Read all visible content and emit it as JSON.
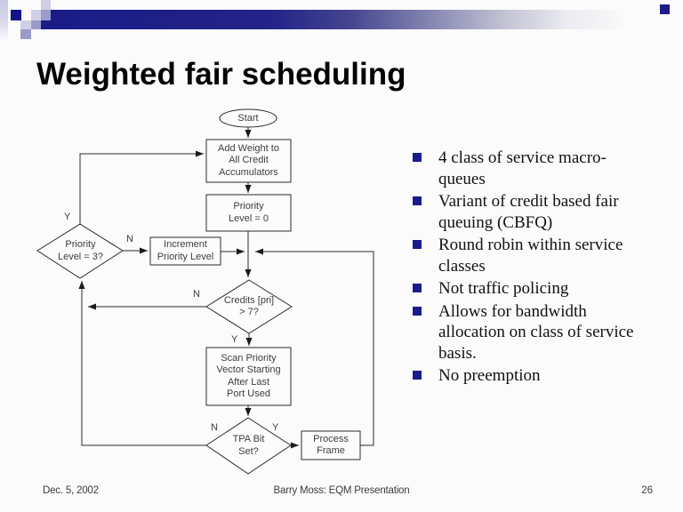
{
  "colors": {
    "accent_navy": "#1c1c87",
    "deco_light": "#cfcfe8",
    "deco_medium": "#9b9bc9",
    "bullet_square": "#1b1b8e",
    "flow_line": "#2b2b2b",
    "flow_text": "#3d3d3d"
  },
  "header": {
    "title": "Weighted fair scheduling"
  },
  "bullets": [
    "4 class of service macro-\nqueues",
    "Variant of credit based fair\nqueuing (CBFQ)",
    "Round robin within service\nclasses",
    "Not traffic policing",
    "Allows for bandwidth\nallocation on class of service\nbasis.",
    "No preemption"
  ],
  "flowchart": {
    "start": "Start",
    "add_weight": "Add Weight to\nAll Credit\nAccumulators",
    "priority_zero": "Priority\nLevel = 0",
    "priority_check": "Priority\nLevel = 3?",
    "increment": "Increment\nPriority Level",
    "credits_check": "Credits [pri]\n> 7?",
    "scan": "Scan Priority\nVector Starting\nAfter Last\nPort Used",
    "tpa_check": "TPA Bit\nSet?",
    "process_frame": "Process\nFrame",
    "labels": {
      "yes_priority": "Y",
      "no_priority": "N",
      "no_credits": "N",
      "yes_credits": "Y",
      "no_tpa": "N",
      "yes_tpa": "Y"
    }
  },
  "footer": {
    "date": "Dec. 5, 2002",
    "center": "Barry Moss: EQM Presentation",
    "page_number": "26"
  }
}
